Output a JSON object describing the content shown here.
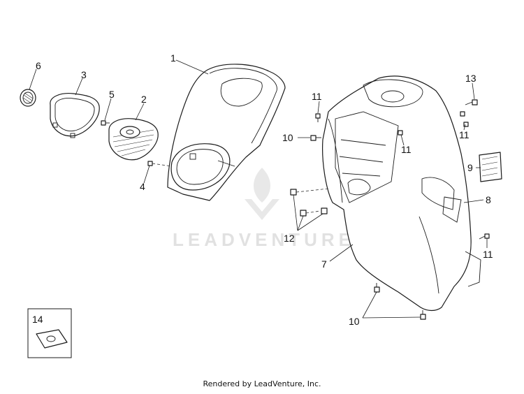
{
  "callouts": {
    "c1": "1",
    "c2": "2",
    "c3": "3",
    "c4": "4",
    "c5": "5",
    "c6": "6",
    "c7": "7",
    "c8": "8",
    "c9": "9",
    "c10a": "10",
    "c10b": "10",
    "c11a": "11",
    "c11b": "11",
    "c11c": "11",
    "c11d": "11",
    "c12": "12",
    "c13": "13",
    "c14": "14"
  },
  "watermark": {
    "text": "LEADVENTURE"
  },
  "footer": {
    "text": "Rendered by LeadVenture, Inc."
  }
}
